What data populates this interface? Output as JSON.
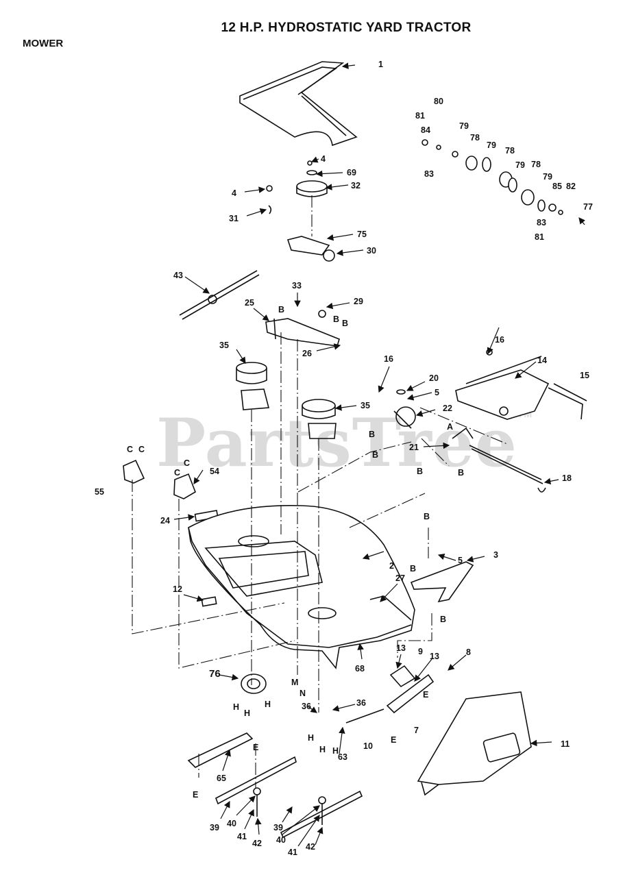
{
  "title": "12  H.P. HYDROSTATIC YARD TRACTOR",
  "section": "MOWER",
  "watermark": "PartsTree",
  "watermark_tm": "TM",
  "colors": {
    "line": "#111111",
    "watermark": "#bebebe",
    "background": "#ffffff"
  },
  "labels": [
    "1",
    "80",
    "81",
    "84",
    "79",
    "78",
    "79",
    "78",
    "79",
    "78",
    "79",
    "85",
    "82",
    "83",
    "77",
    "83",
    "81",
    "4",
    "69",
    "32",
    "4",
    "31",
    "75",
    "30",
    "43",
    "33",
    "29",
    "25",
    "B",
    "B",
    "B",
    "26",
    "35",
    "16",
    "16",
    "14",
    "15",
    "20",
    "5",
    "22",
    "35",
    "A",
    "21",
    "B",
    "B",
    "B",
    "B",
    "18",
    "C",
    "C",
    "C",
    "C",
    "54",
    "55",
    "24",
    "2",
    "B",
    "5",
    "3",
    "B",
    "27",
    "12",
    "B",
    "13",
    "9",
    "13",
    "8",
    "76",
    "M",
    "N",
    "68",
    "36",
    "36",
    "7",
    "E",
    "E",
    "H",
    "H",
    "H",
    "H",
    "H",
    "H",
    "10",
    "11",
    "63",
    "E",
    "65",
    "E",
    "39",
    "40",
    "41",
    "42",
    "39",
    "40",
    "41",
    "42"
  ]
}
